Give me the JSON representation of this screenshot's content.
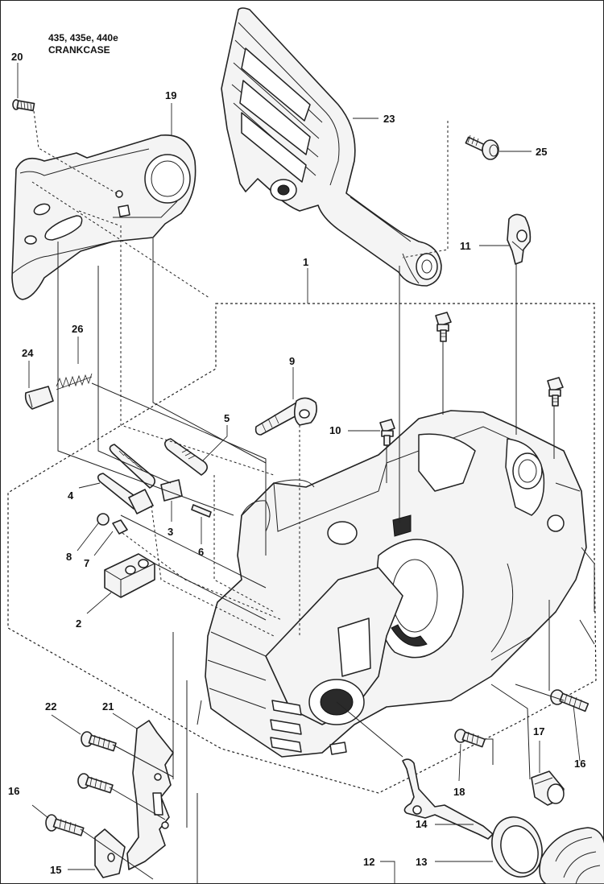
{
  "header": {
    "models": "435, 435e, 440e",
    "title": "CRANKCASE"
  },
  "callouts": [
    {
      "id": "1",
      "text": "1"
    },
    {
      "id": "2",
      "text": "2"
    },
    {
      "id": "3",
      "text": "3"
    },
    {
      "id": "4",
      "text": "4"
    },
    {
      "id": "5",
      "text": "5"
    },
    {
      "id": "6",
      "text": "6"
    },
    {
      "id": "7",
      "text": "7"
    },
    {
      "id": "8",
      "text": "8"
    },
    {
      "id": "9",
      "text": "9"
    },
    {
      "id": "10",
      "text": "10"
    },
    {
      "id": "11",
      "text": "11"
    },
    {
      "id": "12",
      "text": "12"
    },
    {
      "id": "13",
      "text": "13"
    },
    {
      "id": "14",
      "text": "14"
    },
    {
      "id": "15",
      "text": "15"
    },
    {
      "id": "16a",
      "text": "16"
    },
    {
      "id": "16b",
      "text": "16"
    },
    {
      "id": "17",
      "text": "17"
    },
    {
      "id": "18",
      "text": "18"
    },
    {
      "id": "19",
      "text": "19"
    },
    {
      "id": "20",
      "text": "20"
    },
    {
      "id": "21",
      "text": "21"
    },
    {
      "id": "22",
      "text": "22"
    },
    {
      "id": "23",
      "text": "23"
    },
    {
      "id": "24",
      "text": "24"
    },
    {
      "id": "25",
      "text": "25"
    },
    {
      "id": "26",
      "text": "26"
    }
  ]
}
